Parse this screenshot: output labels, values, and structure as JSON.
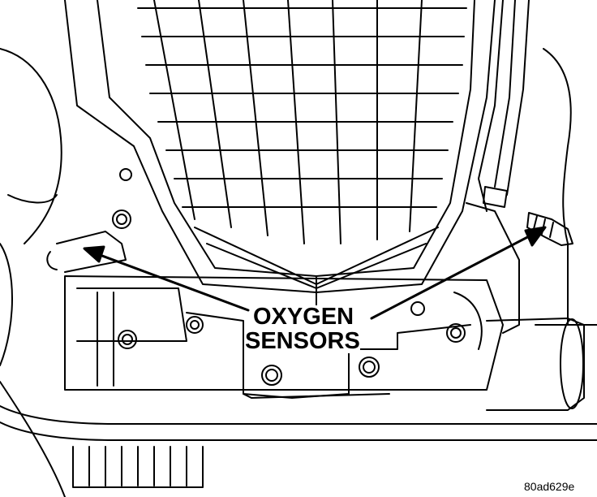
{
  "callout": {
    "line1": "OXYGEN",
    "line2": "SENSORS"
  },
  "figure_id": "80ad629e",
  "colors": {
    "ink": "#000000",
    "paper": "#ffffff"
  }
}
